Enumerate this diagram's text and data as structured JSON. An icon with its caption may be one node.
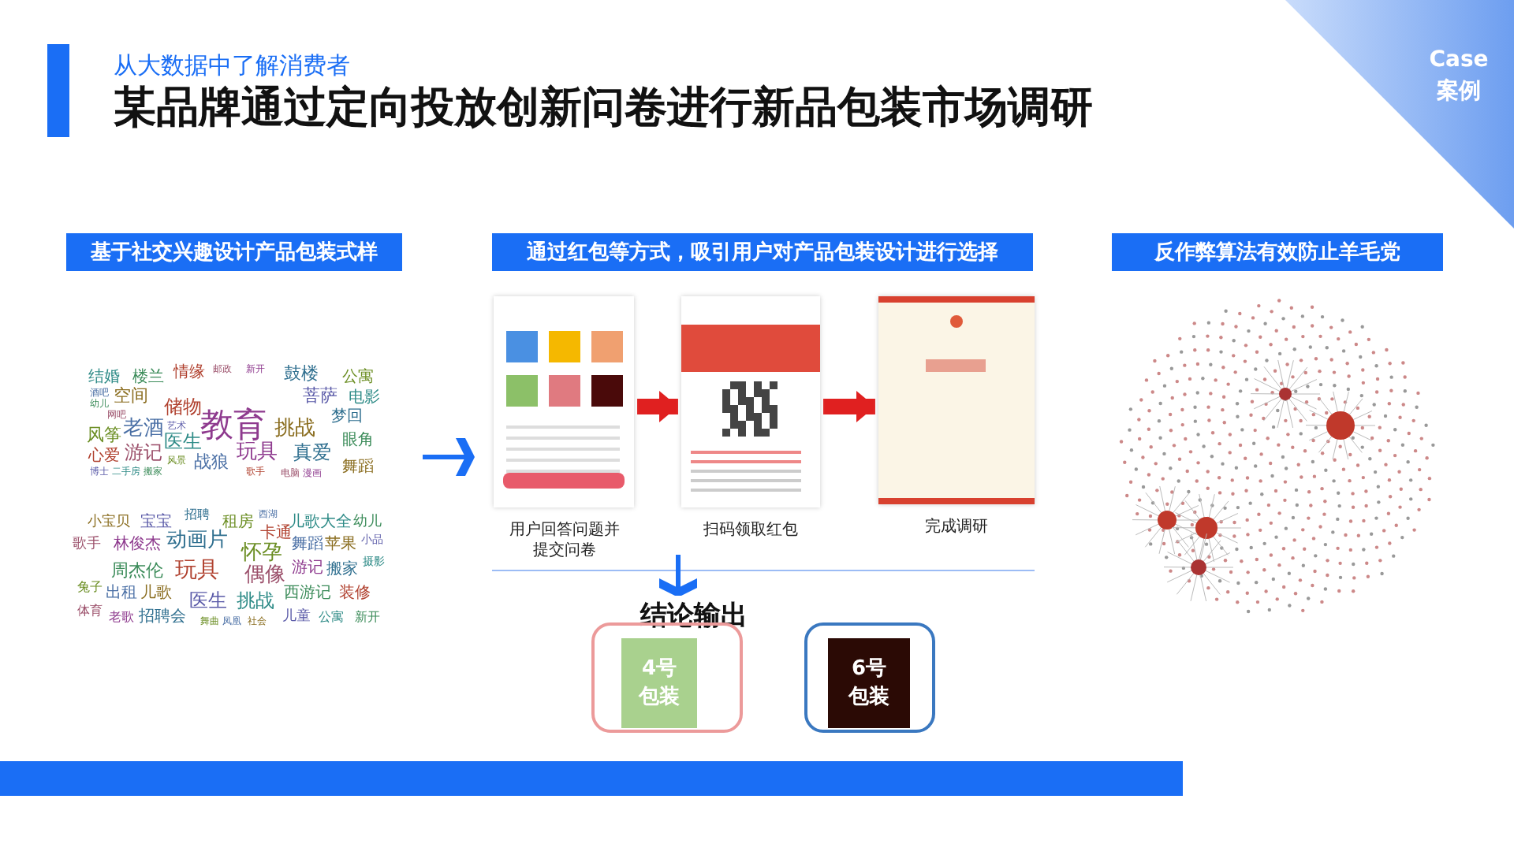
{
  "diagram": {
    "title": "某品牌通过定向投放创新问卷进行新品包装市场调研",
    "nodes": [
      {
        "text": [
          "基于社交兴趣设计产品包装式样"
        ]
      },
      {
        "text": [
          "通过红包等方式，吸引用户对产品包装设计进行选择"
        ]
      },
      {
        "text": [],
        "shape": "picture",
        "beside": [
          "用户回答问题并提交问卷"
        ]
      },
      {
        "text": [],
        "shape": "picture",
        "beside": [
          "扫码领取红包"
        ]
      },
      {
        "text": [],
        "shape": "picture",
        "beside": [
          "完成调研"
        ]
      },
      {
        "text": [
          "结论输出"
        ]
      },
      {
        "text": [],
        "shape": "box"
      },
      {
        "text": [
          "4号包装"
        ],
        "in": 6
      },
      {
        "text": [],
        "shape": "box"
      },
      {
        "text": [
          "6号包装"
        ],
        "in": 8
      },
      {
        "text": [
          "反作弊算法有效防止羊毛党"
        ]
      },
      {
        "text": [],
        "shape": "picture"
      }
    ],
    "edges": [
      {
        "from": null,
        "to": 2,
        "arrow": "to",
        "color": "#1a6ef5"
      },
      {
        "from": 2,
        "to": 3,
        "arrow": "to",
        "style": "thick",
        "color": "#e02020"
      },
      {
        "from": 3,
        "to": 4,
        "arrow": "to",
        "style": "thick",
        "color": "#e02020"
      },
      {
        "from": null,
        "to": 5,
        "arrow": "to",
        "color": "#1a6ef5"
      }
    ],
    "labels": [
      "从大数据中了解消费者",
      "Case",
      "案例",
      "结婚",
      "楼兰",
      "情缘",
      "邮政",
      "新开",
      "鼓楼",
      "公寓",
      "酒吧",
      "空间",
      "菩萨",
      "电影",
      "幼儿",
      "储物",
      "网吧",
      "教育",
      "梦回",
      "风筝",
      "老酒",
      "挑战",
      "艺术",
      "医生",
      "眼角",
      "心爱",
      "游记",
      "玩具",
      "真爱",
      "风景",
      "战狼",
      "舞蹈",
      "博士",
      "二手房",
      "搬家",
      "歌手",
      "电脑",
      "漫画",
      "招聘",
      "租房",
      "西湖",
      "小宝贝",
      "宝宝",
      "儿歌大全",
      "幼儿",
      "卡通",
      "歌手",
      "林俊杰",
      "动画片",
      "怀孕",
      "舞蹈",
      "苹果",
      "小品",
      "摄影",
      "周杰伦",
      "玩具",
      "偶像",
      "游记",
      "搬家",
      "兔子",
      "出租",
      "儿歌",
      "医生",
      "挑战",
      "西游记",
      "装修",
      "体育",
      "老歌",
      "招聘会",
      "舞曲",
      "凤凰",
      "社会",
      "儿童",
      "公寓",
      "新开"
    ]
  }
}
